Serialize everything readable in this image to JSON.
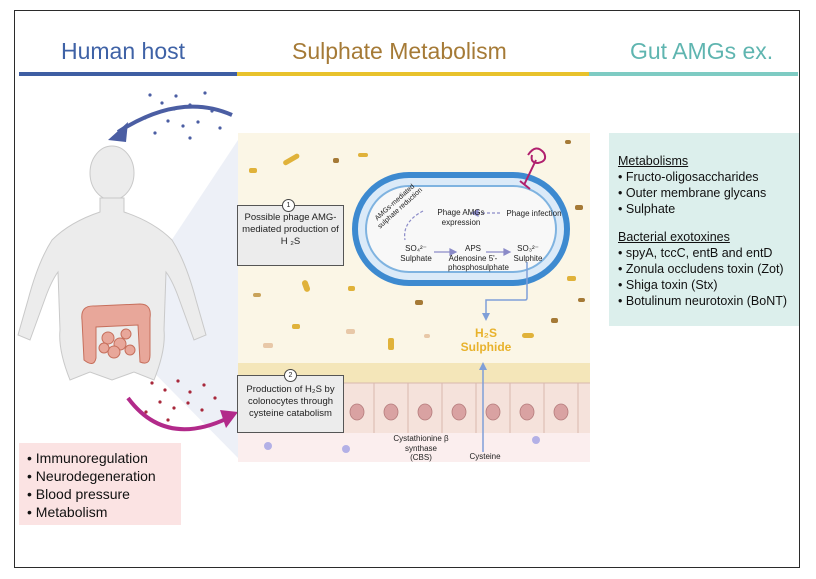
{
  "headers": {
    "left": "Human host",
    "center": "Sulphate Metabolism",
    "right": "Gut AMGs ex."
  },
  "colors": {
    "left_header": "#3f62a6",
    "center_header": "#a57a36",
    "right_header": "#5fb5b0",
    "left_bar": "#3e5ea3",
    "center_bar": "#e8c22c",
    "right_bar": "#7ecbc3",
    "h2s_label": "#e8b22c",
    "effects_bg": "#fbe3e3",
    "amg_bg": "#dcefec"
  },
  "host_effects": [
    "Immunoregulation",
    "Neurodegeneration",
    "Blood pressure",
    "Metabolism"
  ],
  "steps": {
    "one": {
      "number": "1",
      "text_line1": "Possible phage AMG-",
      "text_line2": "mediated production of",
      "text_line3": "H ₂S"
    },
    "two": {
      "number": "2",
      "text_line1": "Production of H₂S by",
      "text_line2": "colonocytes through",
      "text_line3": "cysteine catabolism"
    }
  },
  "bacterium": {
    "reduction_label_line1": "AMGs-mediated",
    "reduction_label_line2": "sulphate reduction",
    "phage_amgs_line1": "Phage AMGs",
    "phage_amgs_line2": "expression",
    "phage_infection": "Phage infection",
    "so4": "SO₄²⁻",
    "so4_name": "Sulphate",
    "aps": "APS",
    "aps_name_line1": "Adenosine 5'-",
    "aps_name_line2": "phosphosulphate",
    "so3": "SO₃²⁻",
    "so3_name": "Sulphite"
  },
  "product": {
    "formula": "H₂S",
    "name": "Sulphide"
  },
  "colonocyte": {
    "cbs_line1": "Cystathionine β",
    "cbs_line2": "synthase",
    "cbs_line3": "(CBS)",
    "cysteine": "Cysteine"
  },
  "amg_examples": {
    "metabolisms_title": "Metabolisms",
    "metabolisms": [
      "Fructo-oligosaccharides",
      "Outer membrane glycans",
      "Sulphate"
    ],
    "exotoxins_title": "Bacterial exotoxines",
    "exotoxins": [
      "spyA, tccC, entB and entD",
      "Zonula occludens toxin (Zot)",
      "Shiga toxin (Stx)",
      "Botulinum neurotoxin (BoNT)"
    ]
  }
}
